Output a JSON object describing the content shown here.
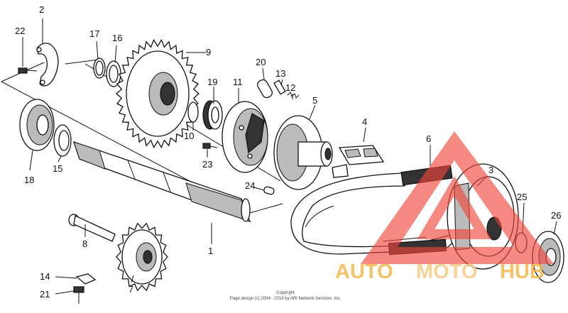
{
  "part_numbers": [
    {
      "id": "n1",
      "label": "1"
    },
    {
      "id": "n2",
      "label": "2"
    },
    {
      "id": "n3",
      "label": "3"
    },
    {
      "id": "n4",
      "label": "4"
    },
    {
      "id": "n5",
      "label": "5"
    },
    {
      "id": "n6",
      "label": "6"
    },
    {
      "id": "n7",
      "label": "7"
    },
    {
      "id": "n8",
      "label": "8"
    },
    {
      "id": "n9",
      "label": "9"
    },
    {
      "id": "n10",
      "label": "10"
    },
    {
      "id": "n11",
      "label": "11"
    },
    {
      "id": "n12",
      "label": "12"
    },
    {
      "id": "n13",
      "label": "13"
    },
    {
      "id": "n14",
      "label": "14"
    },
    {
      "id": "n15",
      "label": "15"
    },
    {
      "id": "n16",
      "label": "16"
    },
    {
      "id": "n17",
      "label": "17"
    },
    {
      "id": "n18",
      "label": "18"
    },
    {
      "id": "n19",
      "label": "19"
    },
    {
      "id": "n20",
      "label": "20"
    },
    {
      "id": "n21",
      "label": "21"
    },
    {
      "id": "n22",
      "label": "22"
    },
    {
      "id": "n23",
      "label": "23"
    },
    {
      "id": "n24",
      "label": "24"
    },
    {
      "id": "n25",
      "label": "25"
    },
    {
      "id": "n26",
      "label": "26"
    }
  ],
  "copyright": {
    "line1": "Copyright",
    "line2": "Page design (c) 2004 - 2014 by ARI Network Services, Inc."
  },
  "watermark": {
    "part1": "AUTO",
    "part2": "MOTO",
    "part3": "HUB",
    "colors": {
      "triangle": "#f0453a",
      "auto": "#f5b84a",
      "moto": "#f7c983",
      "hub": "#f5b84a"
    }
  }
}
